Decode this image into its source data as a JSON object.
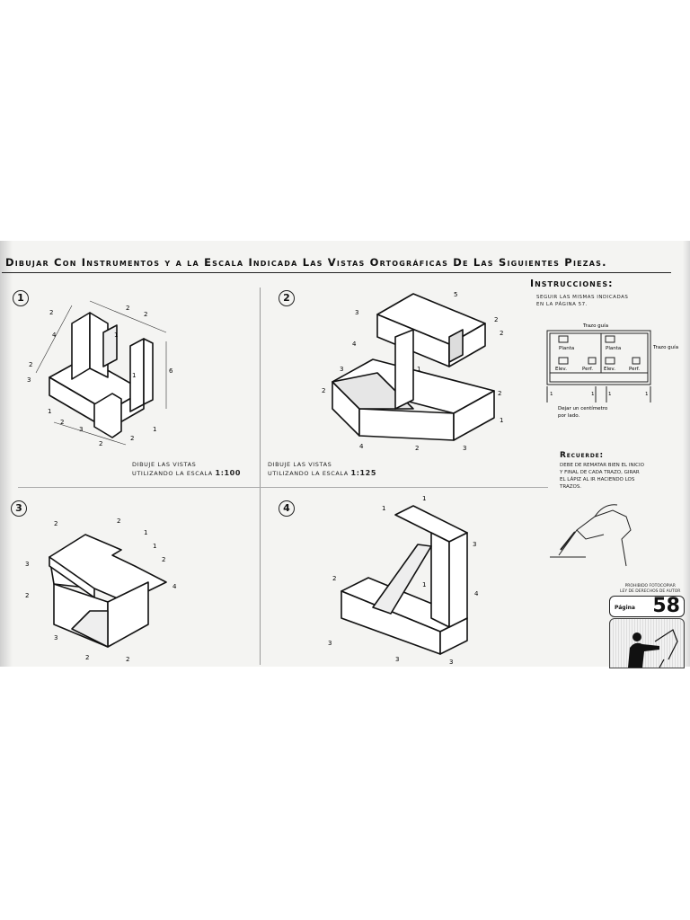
{
  "title": "Dibujar Con Instrumentos y a la Escala Indicada Las Vistas Ortográficas De Las Siguientes Piezas.",
  "figures": [
    {
      "number": "1",
      "dims": [
        "2",
        "2",
        "4",
        "2",
        "3",
        "2",
        "1",
        "6",
        "1",
        "1",
        "2",
        "1",
        "3",
        "2",
        "2",
        "1"
      ]
    },
    {
      "number": "2",
      "dims": [
        "5",
        "3",
        "2",
        "2",
        "4",
        "3",
        "1",
        "2",
        "2",
        "4",
        "2",
        "3",
        "1"
      ]
    },
    {
      "number": "3",
      "dims": [
        "2",
        "2",
        "1",
        "1",
        "2",
        "3",
        "2",
        "2",
        "4",
        "3",
        "2",
        "2"
      ]
    },
    {
      "number": "4",
      "dims": [
        "1",
        "1",
        "3",
        "2",
        "4",
        "3",
        "3",
        "1",
        "3"
      ]
    }
  ],
  "captions": {
    "fig1": {
      "line1": "Dibuje las vistas",
      "line2": "utilizando la escala",
      "scale": "1:100"
    },
    "fig2": {
      "line1": "Dibuje las vistas",
      "line2": "utilizando la escala",
      "scale": "1:125"
    }
  },
  "instructions": {
    "heading": "Instrucciones:",
    "text1": "Seguir las mismas indicadas",
    "text2": "en la página 57.",
    "diagram": {
      "trazo_guia_top": "Trazo guía",
      "trazo_guia_side": "Trazo guía",
      "planta1": "Planta",
      "planta2": "Planta",
      "elev1": "Elev.",
      "perf1": "Perf.",
      "elev2": "Elev.",
      "perf2": "Perf.",
      "ones": [
        "1",
        "1",
        "1",
        "1"
      ],
      "note1": "Dejar un centímetro",
      "note2": "por lado."
    }
  },
  "recuerde": {
    "heading": "Recuerde:",
    "lines": [
      "Debe de rematar bien el inicio",
      "y final de cada trazo, girar",
      "el lápiz al ir haciendo los",
      "trazos."
    ]
  },
  "footer": {
    "prohibido1": "Prohibido fotocopiar",
    "prohibido2": "Ley de derechos de autor",
    "page_label": "Página",
    "page_number": "58"
  }
}
